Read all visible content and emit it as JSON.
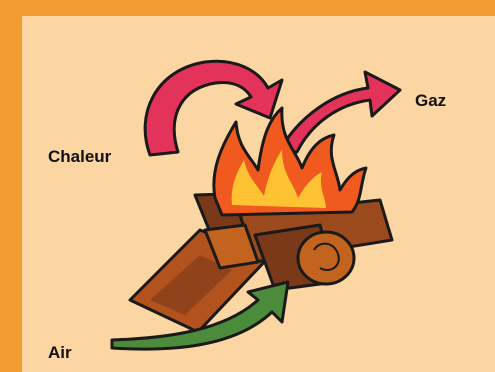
{
  "diagram": {
    "labels": {
      "gas": "Gaz",
      "heat": "Chaleur",
      "air": "Air"
    },
    "icons": {
      "heat_arrow": "curved-arrow-icon",
      "gas_arrow": "curved-arrow-icon",
      "air_arrow": "curved-arrow-icon",
      "fire": "campfire-icon"
    },
    "colors": {
      "border": "#f39c32",
      "background": "#fbd6a3",
      "heat_arrow": "#e3335a",
      "gas_arrow": "#e3335a",
      "air_arrow": "#4c8b3b",
      "flame_outer": "#f05a1e",
      "flame_inner": "#ffc232",
      "wood": "#7a3a1a",
      "outline": "#1a1a1a"
    }
  }
}
